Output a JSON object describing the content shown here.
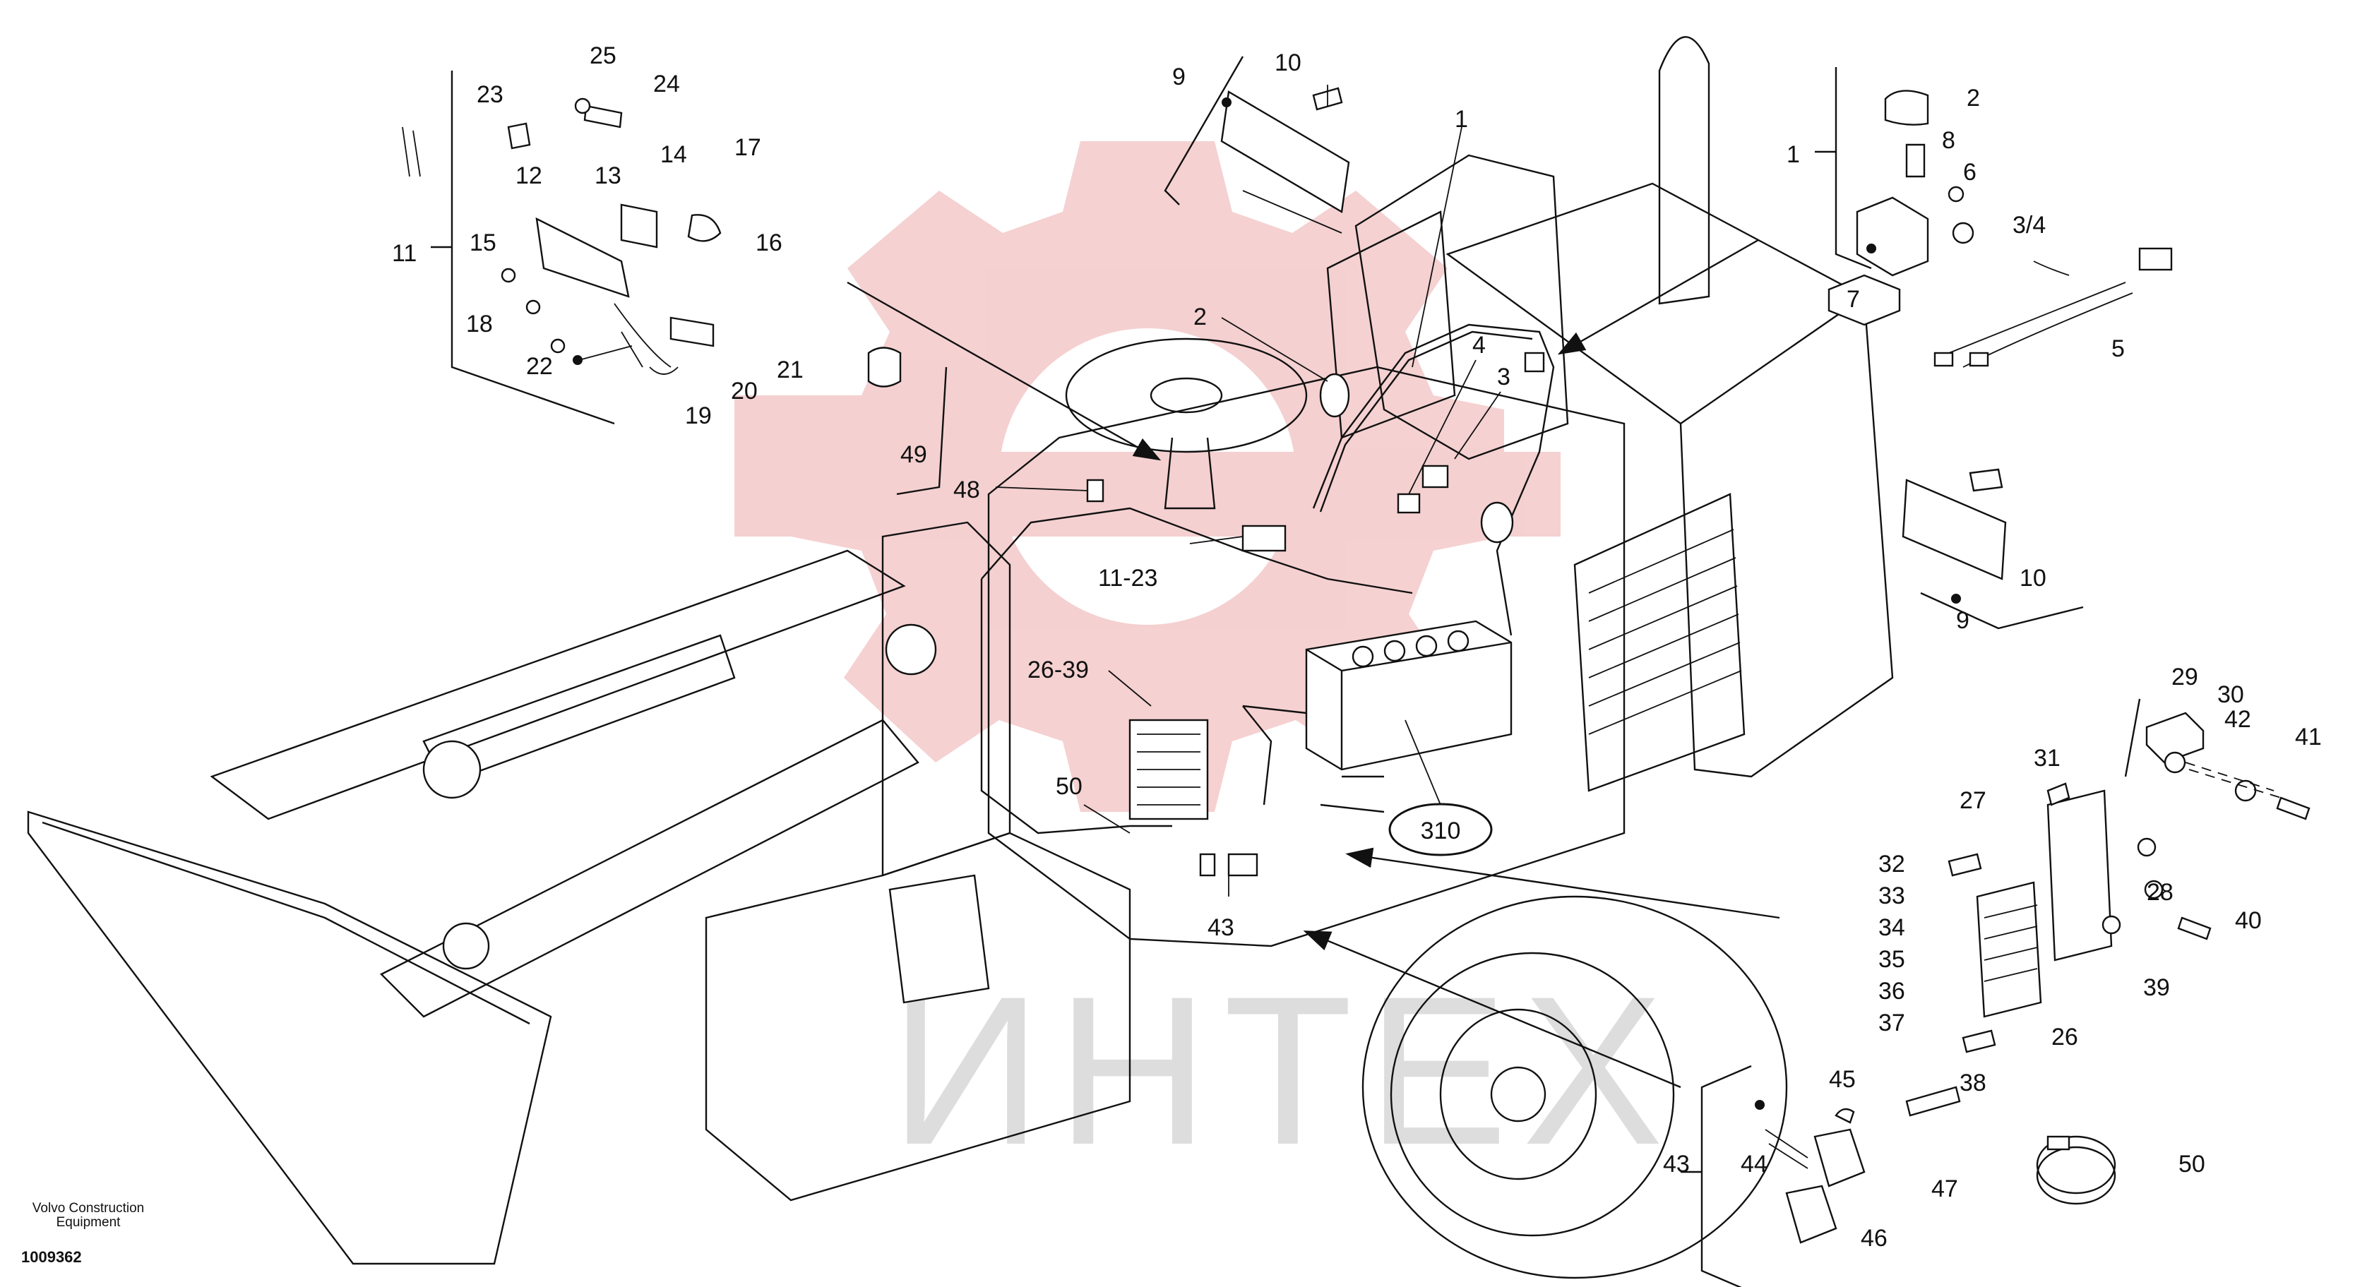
{
  "colors": {
    "watermark_red": "#f2c8c8",
    "watermark_gray": "#dcdcdc",
    "ink": "#111111"
  },
  "watermark": {
    "text": "ИНТЕХ"
  },
  "footer": {
    "company_line1": "Volvo Construction",
    "company_line2": "Equipment",
    "doc_number": "1009362"
  },
  "callouts": {
    "c1_main": "1",
    "c2_main": "2",
    "c3_main": "3",
    "c4_main": "4",
    "c9_top": "9",
    "c10_top": "10",
    "c11_23": "11-23",
    "c26_39": "26-39",
    "c48": "48",
    "c49": "49",
    "c50_main": "50",
    "c43_main": "43",
    "c310": "310",
    "g11": "11",
    "g12": "12",
    "g13": "13",
    "g14": "14",
    "g15": "15",
    "g16": "16",
    "g17": "17",
    "g18": "18",
    "g19": "19",
    "g20": "20",
    "g21": "21",
    "g22": "22",
    "g23": "23",
    "g24": "24",
    "g25": "25",
    "r1": "1",
    "r2": "2",
    "r3_4": "3/4",
    "r5": "5",
    "r6": "6",
    "r7": "7",
    "r8": "8",
    "r9": "9",
    "r10": "10",
    "b26": "26",
    "b27": "27",
    "b28": "28",
    "b29": "29",
    "b30": "30",
    "b31": "31",
    "b32": "32",
    "b33": "33",
    "b34": "34",
    "b35": "35",
    "b36": "36",
    "b37": "37",
    "b38": "38",
    "b39": "39",
    "b40": "40",
    "b41": "41",
    "b42": "42",
    "s43": "43",
    "s44": "44",
    "s45": "45",
    "s46": "46",
    "s47": "47",
    "s50": "50"
  }
}
